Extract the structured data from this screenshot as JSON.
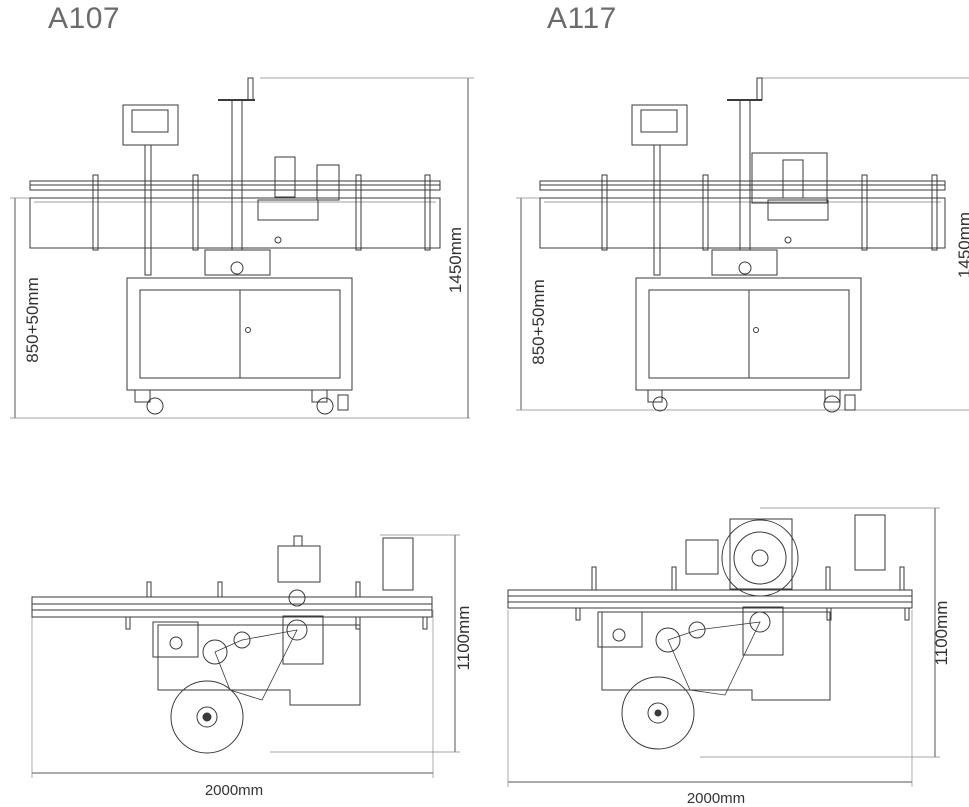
{
  "models": {
    "left": {
      "name": "A107"
    },
    "right": {
      "name": "A117"
    }
  },
  "dimensions": {
    "left_front_height": "850+50mm",
    "left_front_total": "1450mm",
    "right_front_height": "850+50mm",
    "right_front_total": "1450mm",
    "left_top_depth": "1100mm",
    "left_top_width": "2000mm",
    "right_top_depth": "1100mm",
    "right_top_width": "2000mm"
  },
  "colors": {
    "line": "#3a3a3a",
    "dim": "#555555",
    "title": "#6b6b6b"
  }
}
